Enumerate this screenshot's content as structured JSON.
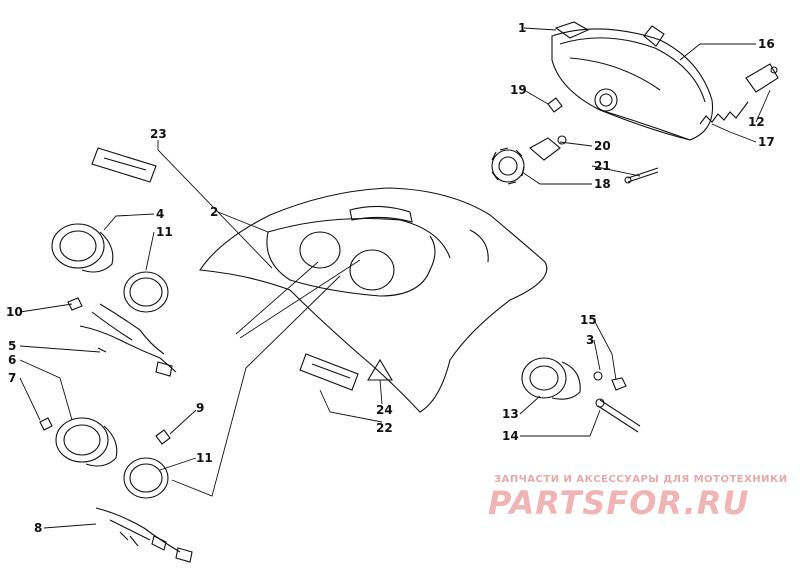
{
  "callouts": [
    "1",
    "16",
    "19",
    "12",
    "20",
    "17",
    "21",
    "18",
    "23",
    "2",
    "4",
    "11",
    "10",
    "5",
    "6",
    "7",
    "9",
    "11",
    "8",
    "15",
    "3",
    "13",
    "14",
    "24",
    "22"
  ],
  "watermark": {
    "tagline": "ЗАПЧАСТИ И АКСЕССУАРЫ ДЛЯ МОТОТЕХНИКИ",
    "logo": "PARTSFOR.RU"
  },
  "colors": {
    "ink": "#111111",
    "watermark": "#f0b4b4"
  }
}
